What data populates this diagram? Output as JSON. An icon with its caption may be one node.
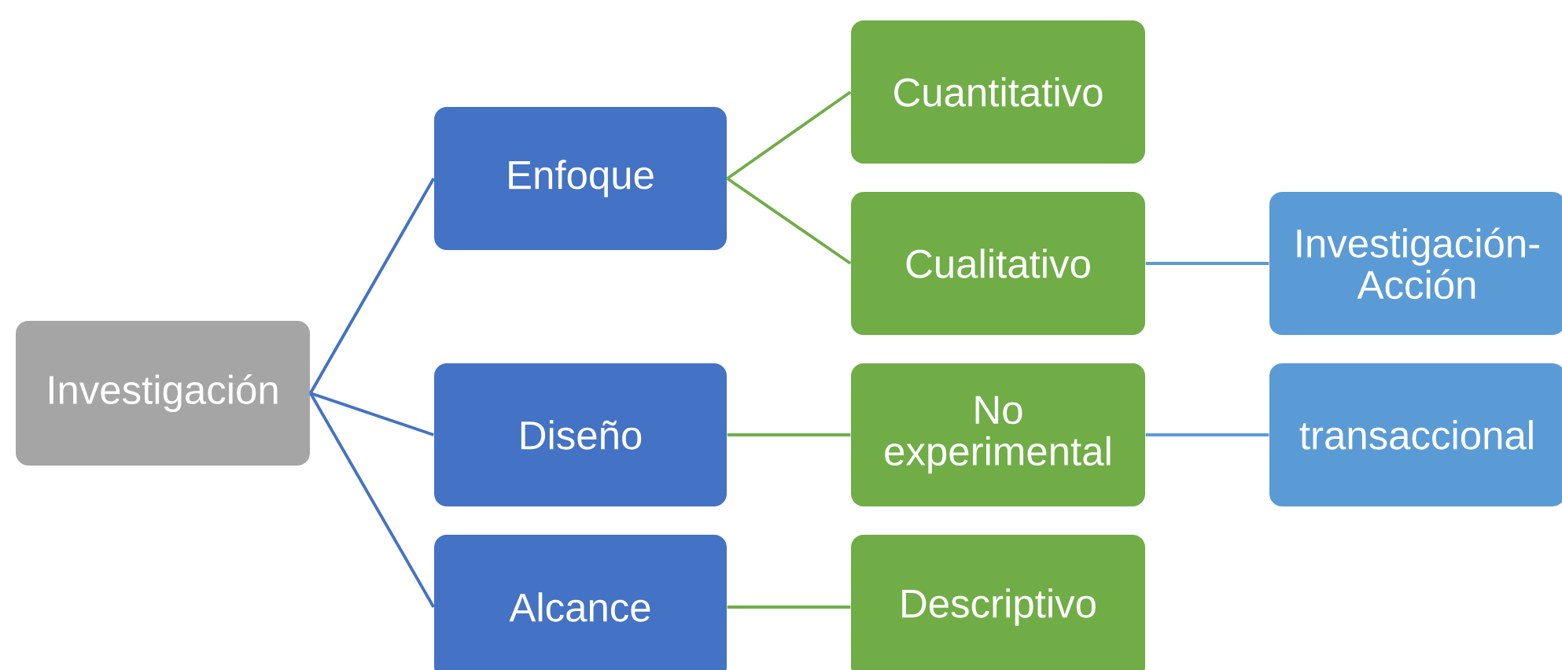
{
  "diagram": {
    "nodes": [
      {
        "text": [
          "Investigación"
        ]
      },
      {
        "text": [
          "Enfoque"
        ]
      },
      {
        "text": [
          "Diseño"
        ]
      },
      {
        "text": [
          "Alcance"
        ]
      },
      {
        "text": [
          "Cuantitativo"
        ]
      },
      {
        "text": [
          "Cualitativo"
        ]
      },
      {
        "text": [
          "No experimental"
        ]
      },
      {
        "text": [
          "Descriptivo"
        ]
      },
      {
        "text": [
          "Investigación-Acción"
        ]
      },
      {
        "text": [
          "transaccional"
        ]
      }
    ],
    "edges": [
      {
        "from": 0,
        "to": 1,
        "arrow": "none",
        "color": "#4472c4"
      },
      {
        "from": 0,
        "to": 2,
        "arrow": "none",
        "color": "#4472c4"
      },
      {
        "from": 0,
        "to": 3,
        "arrow": "none",
        "color": "#4472c4"
      },
      {
        "from": 1,
        "to": 4,
        "arrow": "none"
      },
      {
        "from": 1,
        "to": 5,
        "arrow": "none"
      },
      {
        "from": 2,
        "to": 6,
        "arrow": "none"
      },
      {
        "from": 3,
        "to": 7,
        "arrow": "none"
      },
      {
        "from": 5,
        "to": 8,
        "arrow": "none",
        "color": "#5b9bd5"
      },
      {
        "from": 6,
        "to": 9,
        "arrow": "none",
        "color": "#5b9bd5"
      }
    ]
  }
}
